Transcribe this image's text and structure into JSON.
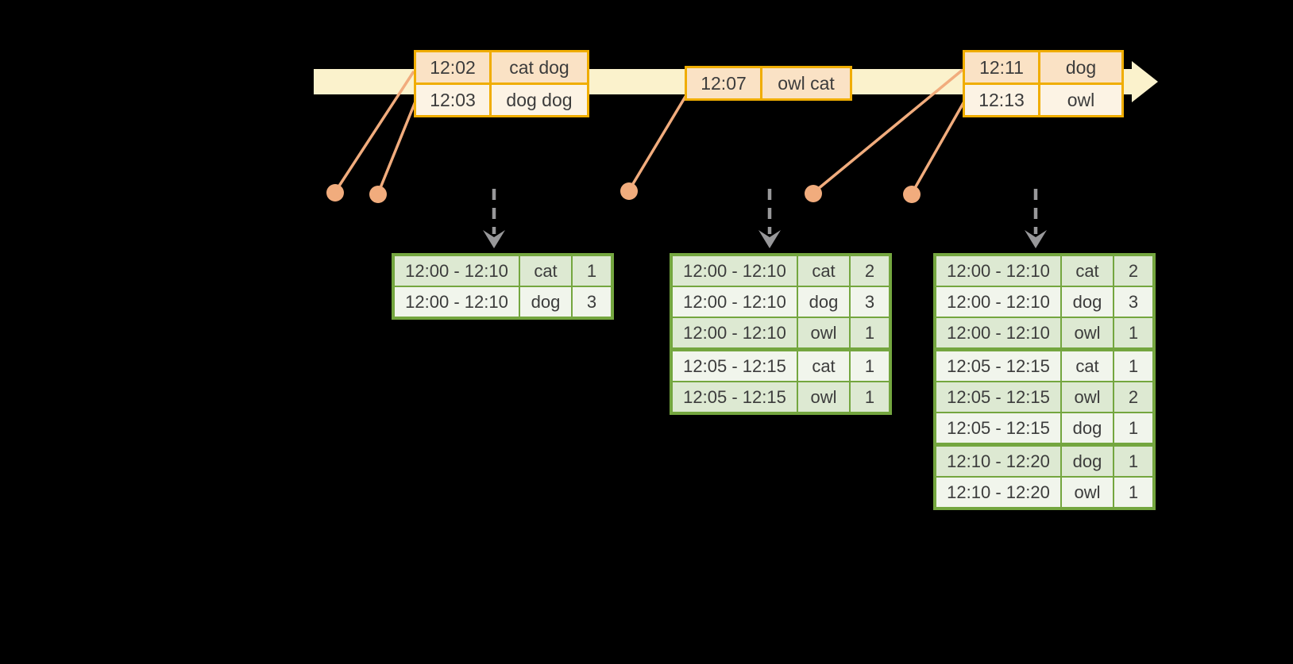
{
  "colors": {
    "background": "#000000",
    "timeline_fill": "#fbf2cc",
    "event_table_border": "#f0ad00",
    "event_row_fill_dark": "#fae2c5",
    "event_row_fill_light": "#fcf3e4",
    "event_pin": "#f1ac7d",
    "trigger_arrow": "#98989a",
    "result_table_border": "#74a63f",
    "result_row_fill_dark": "#dde9d2",
    "result_row_fill_light": "#f1f5ec",
    "text": "#3c3c3c"
  },
  "event_tables": [
    {
      "rows": [
        {
          "time": "12:02",
          "words": "cat dog"
        },
        {
          "time": "12:03",
          "words": "dog dog"
        }
      ]
    },
    {
      "rows": [
        {
          "time": "12:07",
          "words": "owl cat"
        }
      ]
    },
    {
      "rows": [
        {
          "time": "12:11",
          "words": "dog"
        },
        {
          "time": "12:13",
          "words": "owl"
        }
      ]
    }
  ],
  "result_tables": [
    {
      "rows": [
        {
          "window": "12:00 - 12:10",
          "word": "cat",
          "count": "1"
        },
        {
          "window": "12:00 - 12:10",
          "word": "dog",
          "count": "3"
        }
      ]
    },
    {
      "rows": [
        {
          "window": "12:00 - 12:10",
          "word": "cat",
          "count": "2"
        },
        {
          "window": "12:00 - 12:10",
          "word": "dog",
          "count": "3"
        },
        {
          "window": "12:00 - 12:10",
          "word": "owl",
          "count": "1"
        },
        {
          "window": "12:05 - 12:15",
          "word": "cat",
          "count": "1"
        },
        {
          "window": "12:05 - 12:15",
          "word": "owl",
          "count": "1"
        }
      ]
    },
    {
      "rows": [
        {
          "window": "12:00 - 12:10",
          "word": "cat",
          "count": "2"
        },
        {
          "window": "12:00 - 12:10",
          "word": "dog",
          "count": "3"
        },
        {
          "window": "12:00 - 12:10",
          "word": "owl",
          "count": "1"
        },
        {
          "window": "12:05 - 12:15",
          "word": "cat",
          "count": "1"
        },
        {
          "window": "12:05 - 12:15",
          "word": "owl",
          "count": "2"
        },
        {
          "window": "12:05 - 12:15",
          "word": "dog",
          "count": "1"
        },
        {
          "window": "12:10 - 12:20",
          "word": "dog",
          "count": "1"
        },
        {
          "window": "12:10 - 12:20",
          "word": "owl",
          "count": "1"
        }
      ]
    }
  ]
}
